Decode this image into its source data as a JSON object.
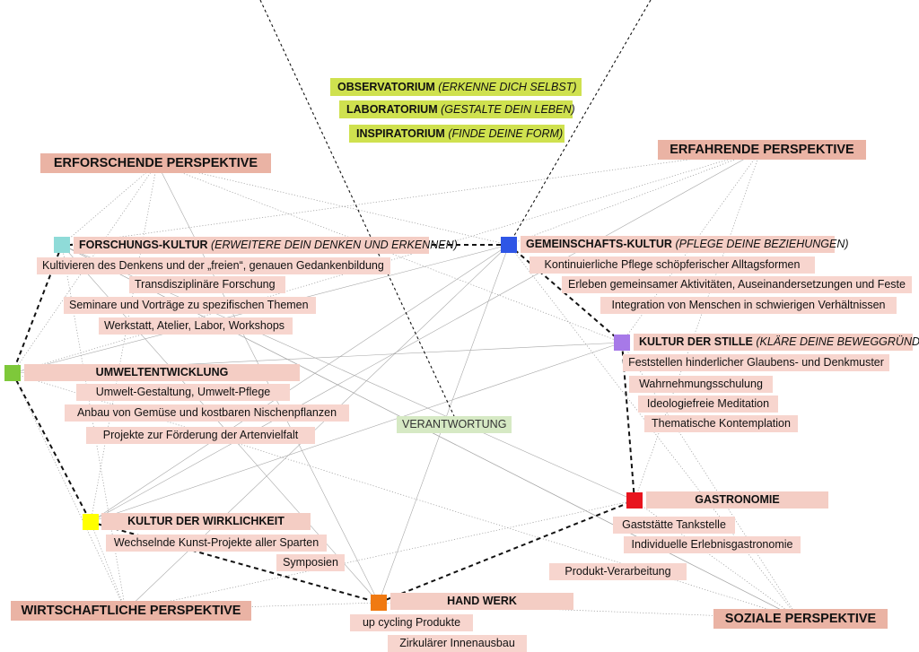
{
  "perspectives": {
    "erforschende": "ERFORSCHENDE PERSPEKTIVE",
    "erfahrende": "ERFAHRENDE PERSPEKTIVE",
    "wirtschaftliche": "WIRTSCHAFTLICHE PERSPEKTIVE",
    "soziale": "SOZIALE PERSPEKTIVE"
  },
  "top_labels": [
    {
      "title": "OBSERVATORIUM",
      "sub": "(ERKENNE DICH SELBST)"
    },
    {
      "title": "LABORATORIUM",
      "sub": "(GESTALTE DEIN LEBEN)"
    },
    {
      "title": "INSPIRATORIUM",
      "sub": "(FINDE DEINE FORM)"
    }
  ],
  "center_label": "VERANTWORTUNG",
  "colors": {
    "forschung": "#8fdbd8",
    "umwelt": "#7ec83a",
    "wirklichkeit": "#ffff00",
    "gemeinschaft": "#2f56e6",
    "stille": "#a779e8",
    "gastronomie": "#e8141e",
    "handwerk": "#f07a12"
  },
  "nodes": {
    "forschung": {
      "title": "FORSCHUNGS-KULTUR",
      "sub": "(ERWEITERE DEIN DENKEN UND ERKENNEN)",
      "items": [
        "Kultivieren des Denkens und der „freien“, genauen Gedankenbildung",
        "Transdisziplinäre Forschung",
        "Seminare und Vorträge zu spezifischen Themen",
        "Werkstatt, Atelier, Labor, Workshops"
      ]
    },
    "umwelt": {
      "title": "UMWELTENTWICKLUNG",
      "items": [
        "Umwelt-Gestaltung, Umwelt-Pflege",
        "Anbau von Gemüse und kostbaren Nischenpflanzen",
        "Projekte zur Förderung der Artenvielfalt"
      ]
    },
    "wirklichkeit": {
      "title": "KULTUR DER WIRKLICHKEIT",
      "items": [
        "Wechselnde Kunst-Projekte aller Sparten",
        "Symposien"
      ]
    },
    "gemeinschaft": {
      "title": "GEMEINSCHAFTS-KULTUR",
      "sub": "(PFLEGE DEINE BEZIEHUNGEN)",
      "items": [
        "Kontinuierliche Pflege schöpferischer Alltagsformen",
        "Erleben gemeinsamer Aktivitäten, Auseinandersetzungen und Feste",
        "Integration von Menschen in schwierigen Verhältnissen"
      ]
    },
    "stille": {
      "title": "KULTUR DER STILLE",
      "sub": "(KLÄRE DEINE BEWEGGRÜNDE)",
      "items": [
        "Feststellen hinderlicher Glaubens- und Denkmuster",
        "Wahrnehmungsschulung",
        "Ideologiefreie Meditation",
        "Thematische Kontemplation"
      ]
    },
    "gastronomie": {
      "title": "GASTRONOMIE",
      "items": [
        "Gaststätte Tankstelle",
        "Individuelle Erlebnisgastronomie",
        "Produkt-Verarbeitung"
      ]
    },
    "handwerk": {
      "title": "HAND WERK",
      "items": [
        "up cycling Produkte",
        "Zirkulärer Innenausbau"
      ]
    }
  }
}
